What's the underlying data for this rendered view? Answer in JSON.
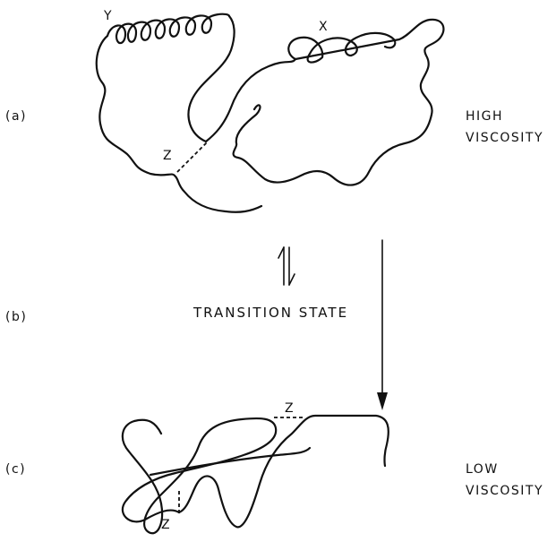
{
  "panel_labels": {
    "a": "(a)",
    "b": "(b)",
    "c": "(c)"
  },
  "states": {
    "a": {
      "line1": "HIGH",
      "line2": "VISCOSITY"
    },
    "b": {
      "text": "TRANSITION STATE"
    },
    "c": {
      "line1": "LOW",
      "line2": "VISCOSITY"
    }
  },
  "region_labels": {
    "helix": "Y",
    "beta_region": "X",
    "crosslink_a": "Z",
    "crosslink_c_upper": "Z",
    "crosslink_c_lower": "Z"
  }
}
